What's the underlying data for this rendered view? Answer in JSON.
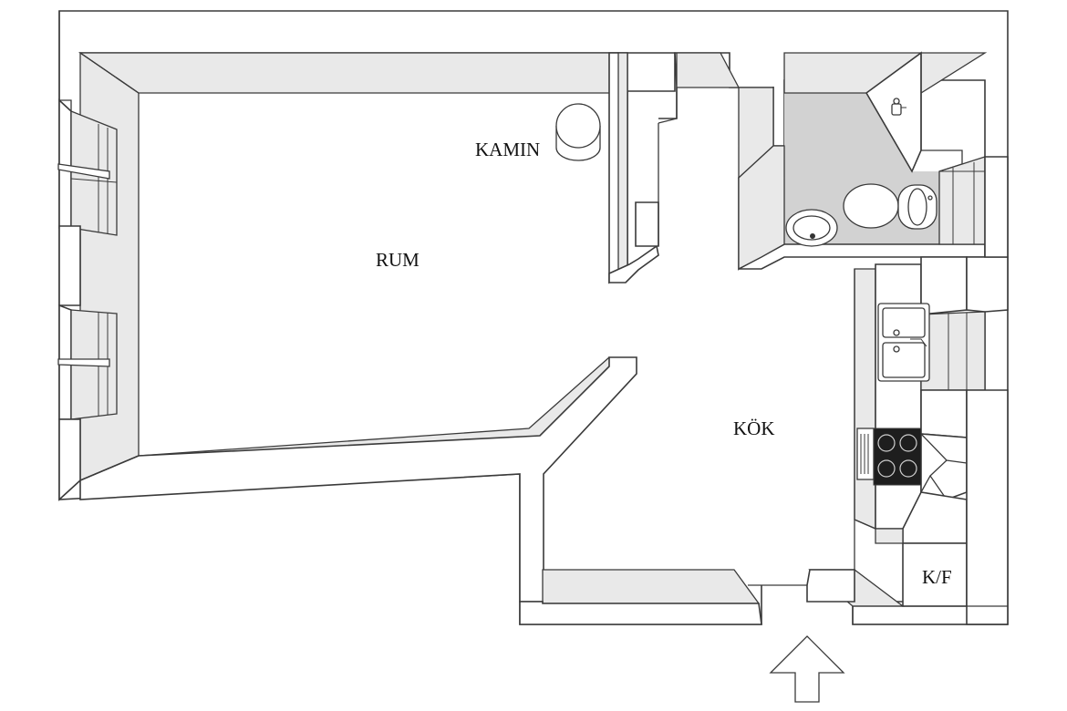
{
  "plan": {
    "rooms": [
      {
        "id": "rum",
        "label": "RUM"
      },
      {
        "id": "kok",
        "label": "KÖK"
      },
      {
        "id": "kf",
        "label": "K/F"
      }
    ],
    "features": [
      {
        "id": "kamin",
        "label": "KAMIN"
      }
    ],
    "icons": [
      "fireplace-icon",
      "toilet-icon",
      "washbasin-icon",
      "kitchen-sink-icon",
      "stove-icon",
      "entrance-arrow-icon"
    ],
    "colors": {
      "wall_stroke": "#3a3a3a",
      "wall_face": "#e9e9e9",
      "bathroom_floor": "#d2d2d2"
    }
  }
}
